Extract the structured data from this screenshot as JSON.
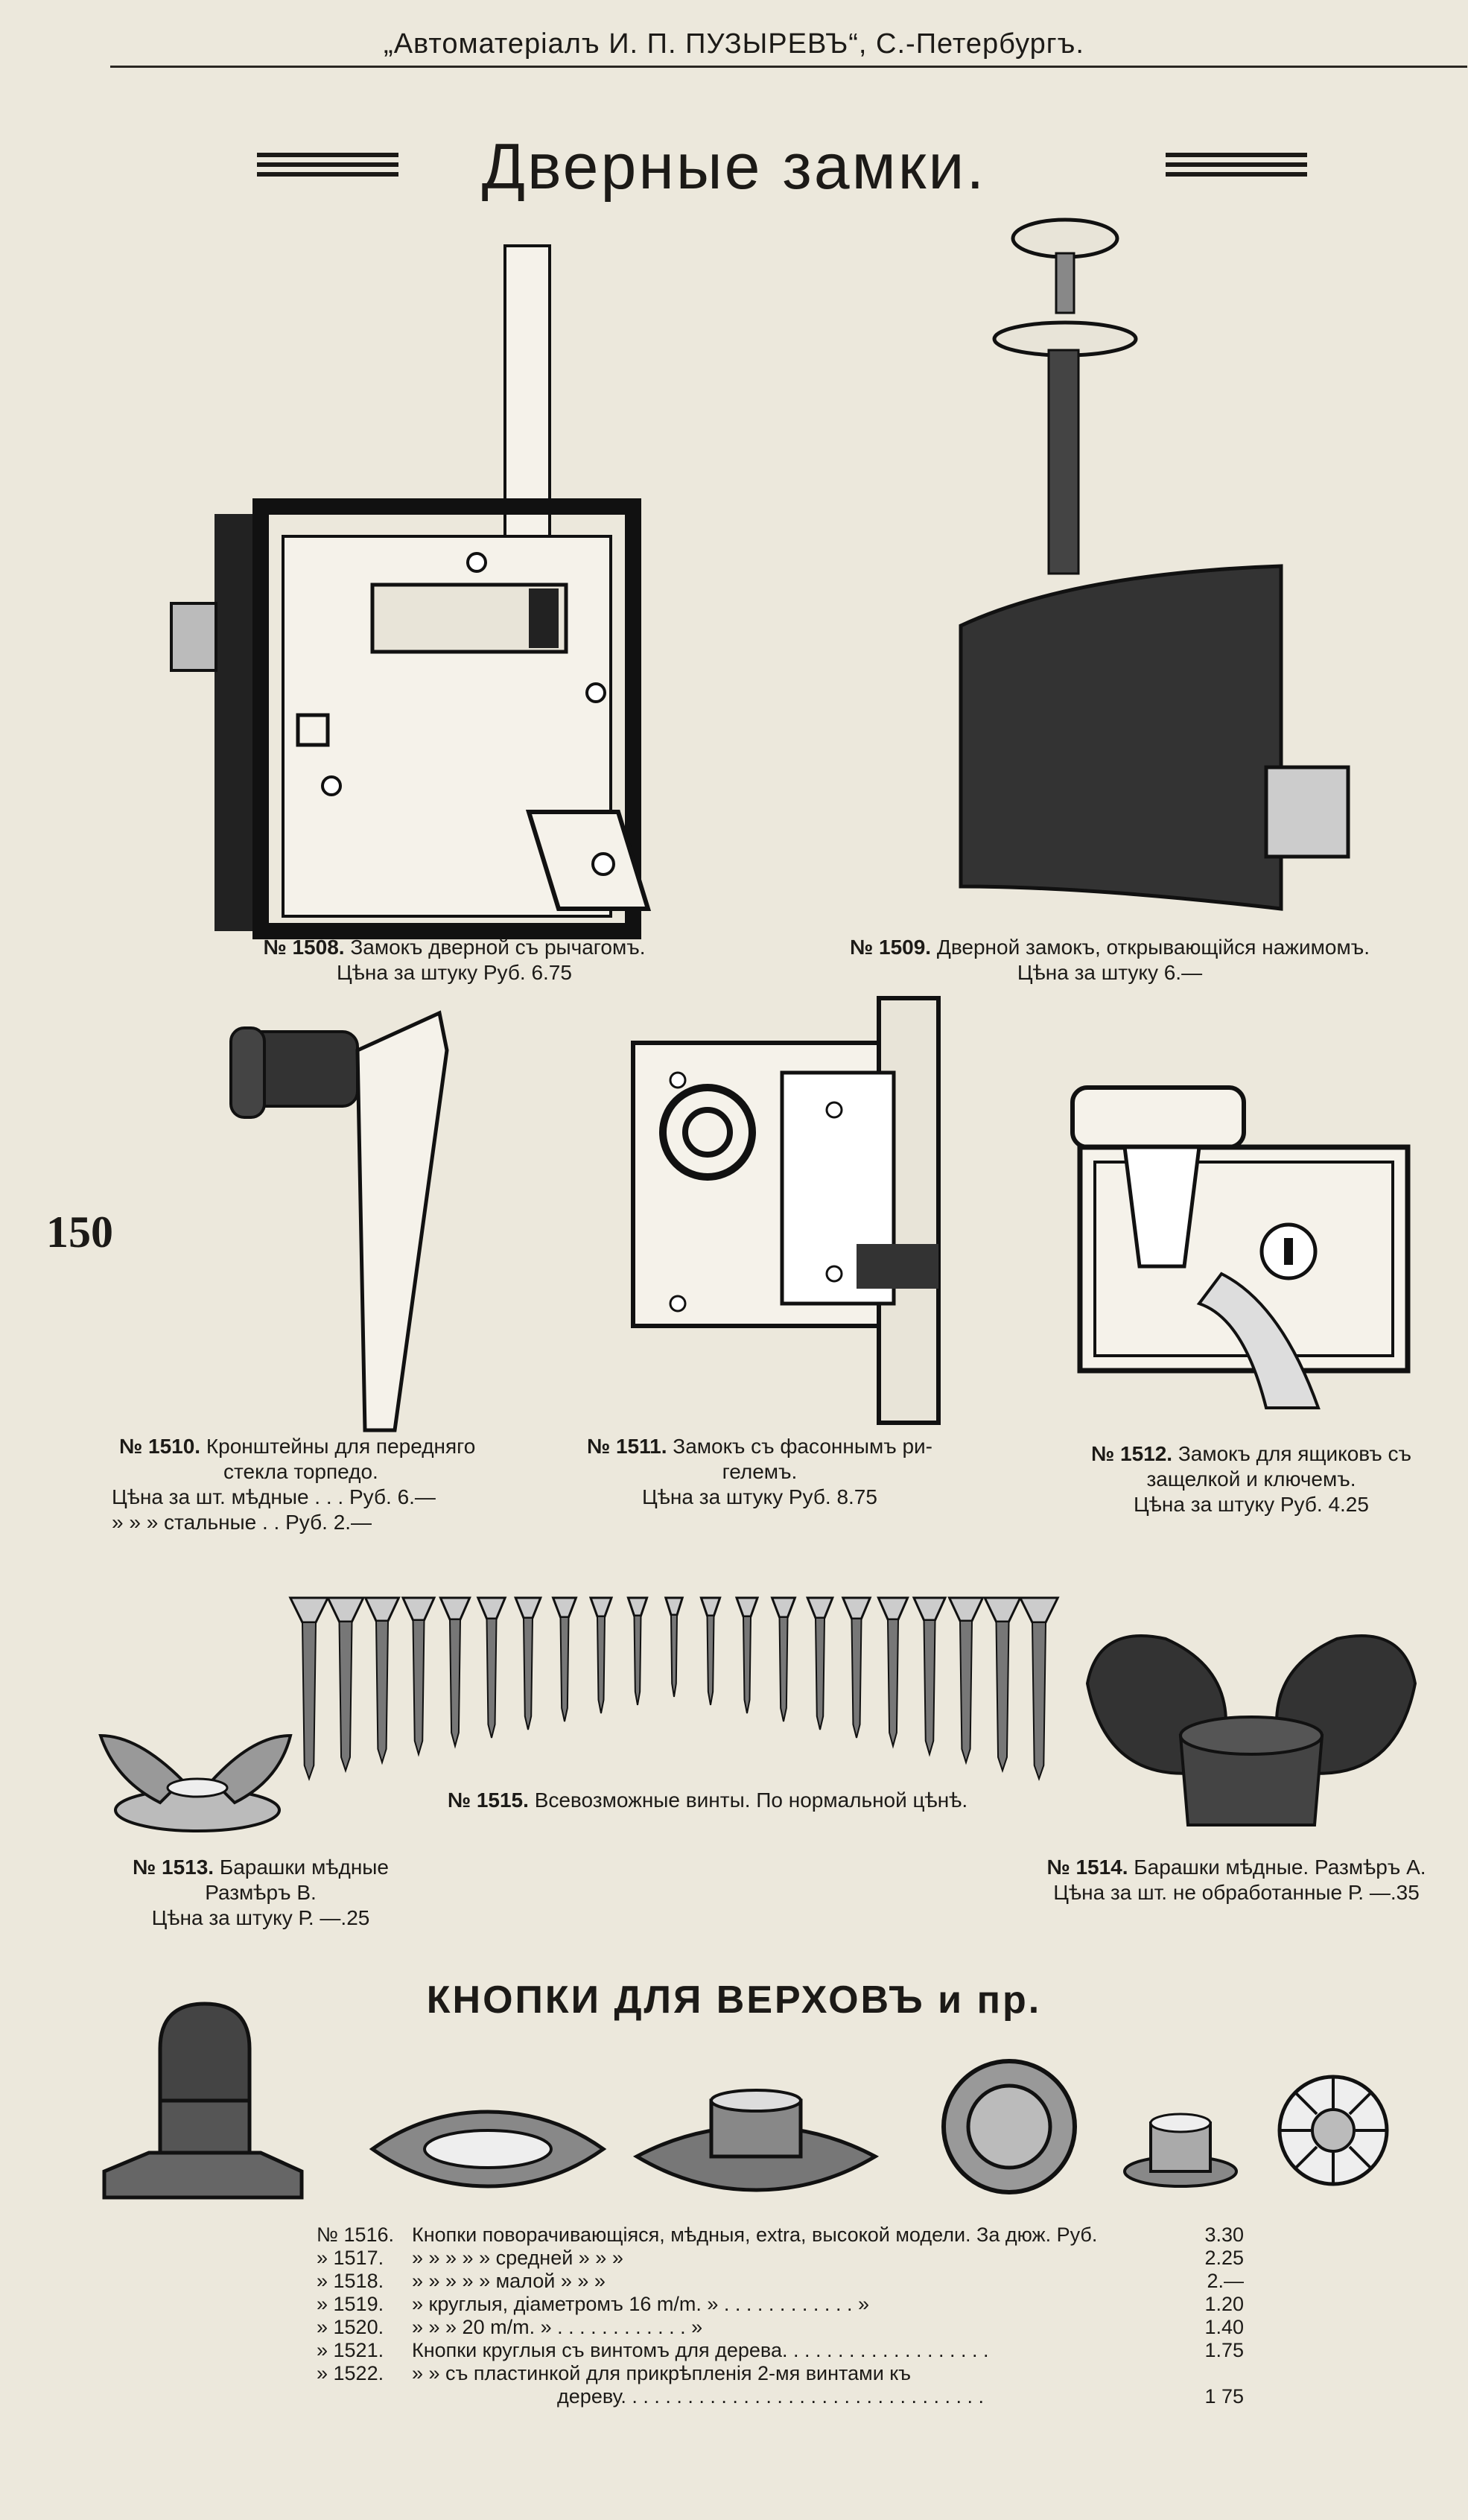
{
  "header": "„Автоматеріалъ И. П. ПУЗЫРЕВЪ“, С.-Петербургъ.",
  "title": "Дверные замки.",
  "page_number": "150",
  "items": [
    {
      "num": "№ 1508.",
      "name": "Замокъ дверной съ рычагомъ.",
      "price": "Цѣна за штуку Руб. 6.75"
    },
    {
      "num": "№ 1509.",
      "name": "Дверной замокъ, открывающійся нажимомъ.",
      "price": "Цѣна за штуку 6.—"
    },
    {
      "num": "№ 1510.",
      "name": "Кронштейны для передняго",
      "name2": "стекла торпедо.",
      "price": "Цѣна за шт. мѣдные . . . Руб. 6.—",
      "price2": "»    »    »  стальные . . Руб. 2.—"
    },
    {
      "num": "№ 1511.",
      "name": "Замокъ съ фасоннымъ ри-",
      "name2": "гелемъ.",
      "price": "Цѣна за штуку Руб. 8.75"
    },
    {
      "num": "№ 1512.",
      "name": "Замокъ для ящиковъ съ",
      "name2": "защелкой и ключемъ.",
      "price": "Цѣна за штуку Руб. 4.25"
    },
    {
      "num": "№ 1513.",
      "name": "Барашки мѣдные",
      "name2": "Размѣръ В.",
      "price": "Цѣна за штуку Р. —.25"
    },
    {
      "num": "№ 1514.",
      "name": "Барашки мѣдные. Размѣръ А.",
      "price": "Цѣна за шт. не обработанные Р. —.35"
    },
    {
      "num": "№ 1515.",
      "name": "Всевозможные винты. По нормальной цѣнѣ."
    }
  ],
  "section2_title": "КНОПКИ ДЛЯ ВЕРХОВЪ и пр.",
  "price_list": [
    {
      "num": "№ 1516.",
      "text": "Кнопки поворачивающіяся, мѣдныя, extra, высокой модели. За дюж. Руб.",
      "price": "3.30"
    },
    {
      "num": "»  1517.",
      "text": "»                    »                »          »          »    средней       »     »    »",
      "price": "2.25"
    },
    {
      "num": "»  1518.",
      "text": "»                    »                »          »          »    малой          »     »    »",
      "price": "2.—"
    },
    {
      "num": "»  1519.",
      "text": "»           круглыя, діаметромъ 16 m/m.  » . . . . . . . . . . . . »",
      "price": "1.20"
    },
    {
      "num": "»  1520.",
      "text": "»                    »             »          20 m/m.  » . . . . . . . . . . . . »",
      "price": "1.40"
    },
    {
      "num": "»  1521.",
      "text": "Кнопки круглыя съ винтомъ для дерева. . . . . . . . . . . . . . . . . . .",
      "price": "1.75"
    },
    {
      "num": "»  1522.",
      "text": "»           »           съ пластинкой для прикрѣпленія 2-мя винтами къ",
      "price": ""
    },
    {
      "num": "",
      "text": "                          дереву. . . . . . . . . . . . . . . . . . . . . . . . . . . . . . . . .",
      "price": "1 75"
    }
  ]
}
